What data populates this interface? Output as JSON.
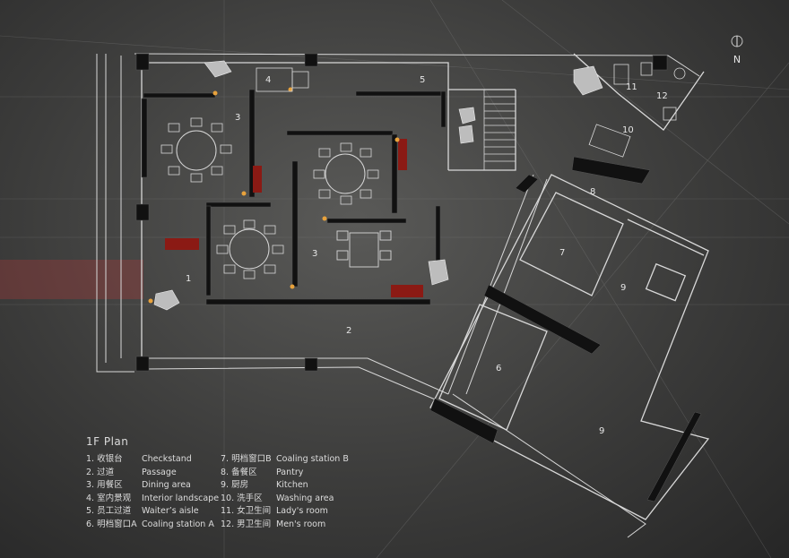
{
  "north": {
    "label": "N"
  },
  "plan_title": "1F Plan",
  "rooms": [
    {
      "id": "1",
      "label": "1"
    },
    {
      "id": "2",
      "label": "2"
    },
    {
      "id": "3a",
      "label": "3"
    },
    {
      "id": "3b",
      "label": "3"
    },
    {
      "id": "4",
      "label": "4"
    },
    {
      "id": "5",
      "label": "5"
    },
    {
      "id": "6",
      "label": "6"
    },
    {
      "id": "7",
      "label": "7"
    },
    {
      "id": "8",
      "label": "8"
    },
    {
      "id": "9a",
      "label": "9"
    },
    {
      "id": "9b",
      "label": "9"
    },
    {
      "id": "10",
      "label": "10"
    },
    {
      "id": "11",
      "label": "11"
    },
    {
      "id": "12",
      "label": "12"
    }
  ],
  "legend": [
    {
      "zh": "1. 收银台",
      "en": "Checkstand"
    },
    {
      "zh": "2. 过道",
      "en": "Passage"
    },
    {
      "zh": "3. 用餐区",
      "en": "Dining area"
    },
    {
      "zh": "4. 室内景观",
      "en": "Interior landscape"
    },
    {
      "zh": "5. 员工过道",
      "en": "Waiter’s aisle"
    },
    {
      "zh": "6. 明档窗口A",
      "en": "Coaling station A"
    },
    {
      "zh": "7. 明档窗口B",
      "en": "Coaling station B"
    },
    {
      "zh": "8. 备餐区",
      "en": "Pantry"
    },
    {
      "zh": "9. 厨房",
      "en": "Kitchen"
    },
    {
      "zh": "10. 洗手区",
      "en": "Washing area"
    },
    {
      "zh": "11. 女卫生间",
      "en": "Lady's room"
    },
    {
      "zh": "12. 男卫生间",
      "en": "Men's room"
    }
  ],
  "colors": {
    "line": "#d8d8d8",
    "wall": "#111111",
    "accent": "#8b1a14",
    "light": "#e8a23c",
    "entrance": "#a83a3a"
  }
}
